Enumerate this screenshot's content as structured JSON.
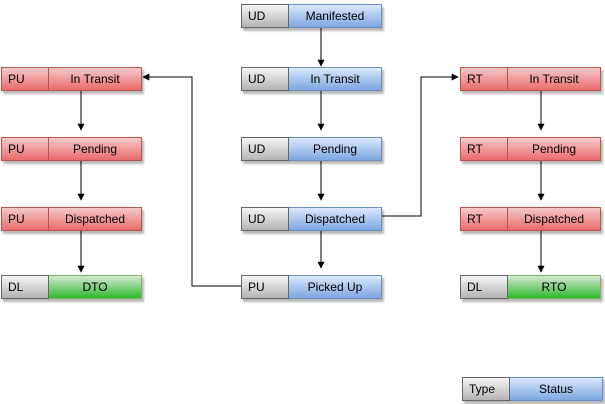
{
  "nodes": [
    {
      "id": "ud-manifested",
      "type": "UD",
      "status": "Manifested",
      "style": "gray-blue"
    },
    {
      "id": "ud-in-transit",
      "type": "UD",
      "status": "In Transit",
      "style": "gray-blue"
    },
    {
      "id": "ud-pending",
      "type": "UD",
      "status": "Pending",
      "style": "gray-blue"
    },
    {
      "id": "ud-dispatched",
      "type": "UD",
      "status": "Dispatched",
      "style": "gray-blue"
    },
    {
      "id": "pu-picked-up",
      "type": "PU",
      "status": "Picked Up",
      "style": "gray-blue"
    },
    {
      "id": "pu-in-transit",
      "type": "PU",
      "status": "In Transit",
      "style": "red"
    },
    {
      "id": "pu-pending",
      "type": "PU",
      "status": "Pending",
      "style": "red"
    },
    {
      "id": "pu-dispatched",
      "type": "PU",
      "status": "Dispatched",
      "style": "red"
    },
    {
      "id": "dl-dto",
      "type": "DL",
      "status": "DTO",
      "style": "gray-green"
    },
    {
      "id": "rt-in-transit",
      "type": "RT",
      "status": "In Transit",
      "style": "red"
    },
    {
      "id": "rt-pending",
      "type": "RT",
      "status": "Pending",
      "style": "red"
    },
    {
      "id": "rt-dispatched",
      "type": "RT",
      "status": "Dispatched",
      "style": "red"
    },
    {
      "id": "dl-rto",
      "type": "DL",
      "status": "RTO",
      "style": "gray-green"
    }
  ],
  "edges": [
    {
      "from": "ud-manifested",
      "to": "ud-in-transit"
    },
    {
      "from": "ud-in-transit",
      "to": "ud-pending"
    },
    {
      "from": "ud-pending",
      "to": "ud-dispatched"
    },
    {
      "from": "ud-dispatched",
      "to": "pu-picked-up"
    },
    {
      "from": "ud-dispatched",
      "to": "rt-in-transit"
    },
    {
      "from": "pu-picked-up",
      "to": "pu-in-transit"
    },
    {
      "from": "pu-in-transit",
      "to": "pu-pending"
    },
    {
      "from": "pu-pending",
      "to": "pu-dispatched"
    },
    {
      "from": "pu-dispatched",
      "to": "dl-dto"
    },
    {
      "from": "rt-in-transit",
      "to": "rt-pending"
    },
    {
      "from": "rt-pending",
      "to": "rt-dispatched"
    },
    {
      "from": "rt-dispatched",
      "to": "dl-rto"
    }
  ],
  "legend": {
    "type_label": "Type",
    "status_label": "Status"
  },
  "colors": {
    "red": "#ea6b6b",
    "blue": "#7ea6e0",
    "gray": "#b3b3b3",
    "green": "#2eb82e",
    "edge": "#000000"
  }
}
